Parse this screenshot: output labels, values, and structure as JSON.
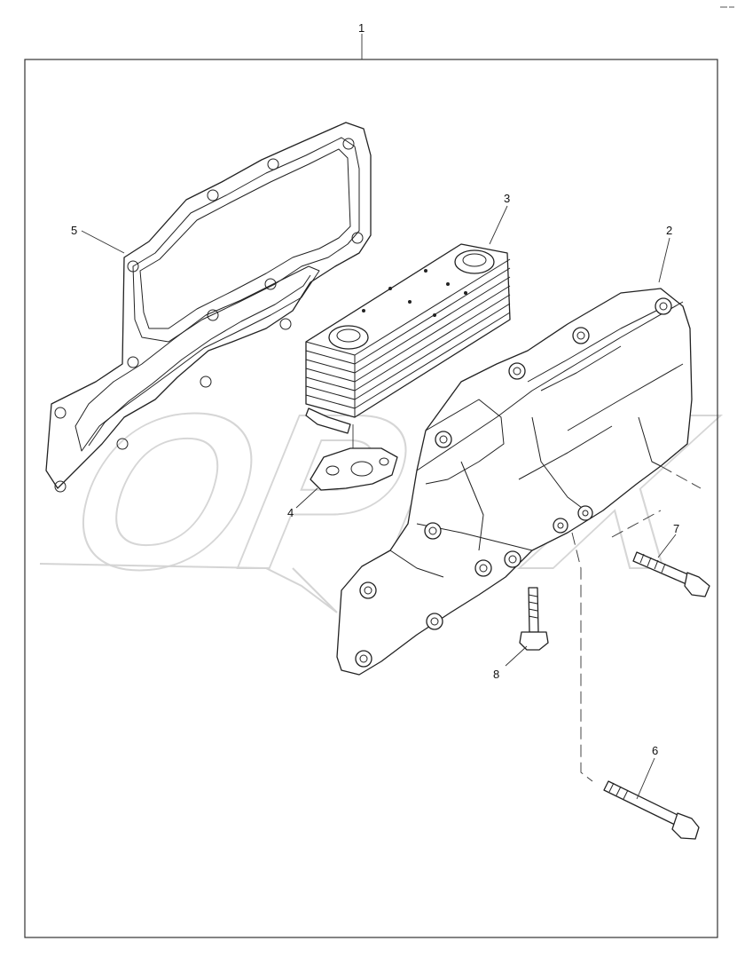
{
  "diagram": {
    "callouts": [
      {
        "id": "1",
        "label": "1"
      },
      {
        "id": "2",
        "label": "2"
      },
      {
        "id": "3",
        "label": "3"
      },
      {
        "id": "4",
        "label": "4"
      },
      {
        "id": "5",
        "label": "5"
      },
      {
        "id": "6",
        "label": "6"
      },
      {
        "id": "7",
        "label": "7"
      },
      {
        "id": "8",
        "label": "8"
      }
    ],
    "parts": [
      {
        "callout": "1",
        "name": "oil-cooler-assembly"
      },
      {
        "callout": "2",
        "name": "oil-cooler-housing"
      },
      {
        "callout": "3",
        "name": "oil-cooler-core"
      },
      {
        "callout": "4",
        "name": "core-gasket"
      },
      {
        "callout": "5",
        "name": "housing-gasket"
      },
      {
        "callout": "6",
        "name": "long-bolt"
      },
      {
        "callout": "7",
        "name": "bolt"
      },
      {
        "callout": "8",
        "name": "short-bolt"
      }
    ],
    "watermark": "OPEX"
  },
  "colors": {
    "line": "#222222",
    "watermark": "#d4d4d4",
    "background": "#ffffff"
  }
}
